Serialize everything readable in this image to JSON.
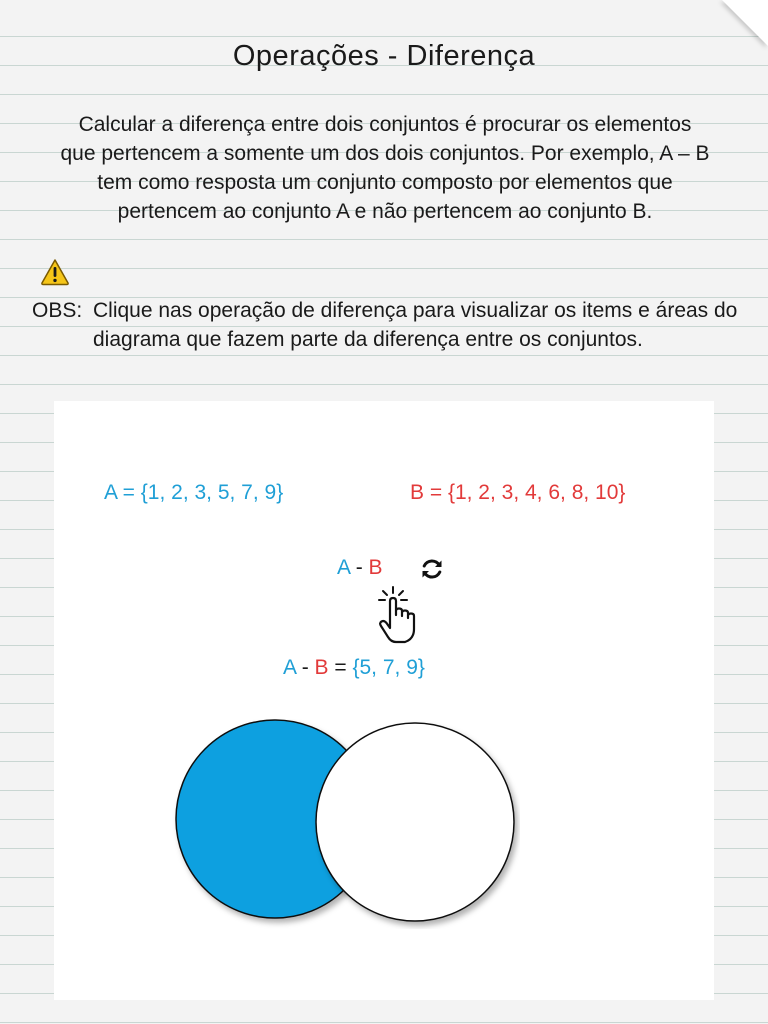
{
  "title": "Operações - Diferença",
  "intro": "Calcular a diferença entre dois conjuntos é procurar os elementos que pertencem a somente um dos dois conjuntos. Por exemplo, A – B tem como resposta um conjunto composto por elementos que pertencem ao conjunto A e não pertencem ao conjunto B.",
  "obs": {
    "label": "OBS:",
    "text": "Clique nas operação de diferença para visualizar os items e áreas do diagrama que fazem parte da diferença entre os conjuntos."
  },
  "icons": {
    "warning": "warning-icon",
    "refresh": "refresh-icon",
    "hand": "tap-hand-icon"
  },
  "sets": {
    "a": "A = {1, 2, 3, 5, 7, 9}",
    "b": "B = {1, 2, 3, 4, 6, 8, 10}"
  },
  "operation": {
    "left": "A",
    "sep": " - ",
    "right": "B"
  },
  "result": {
    "left": "A",
    "sep": " - ",
    "right": "B",
    "eq": " = ",
    "value": "{5, 7, 9}"
  },
  "colors": {
    "set_a": "#1f9fd6",
    "set_b": "#e23a3a",
    "venn_fill": "#0aa0e0"
  },
  "venn": {
    "highlighted_region": "A - B"
  }
}
